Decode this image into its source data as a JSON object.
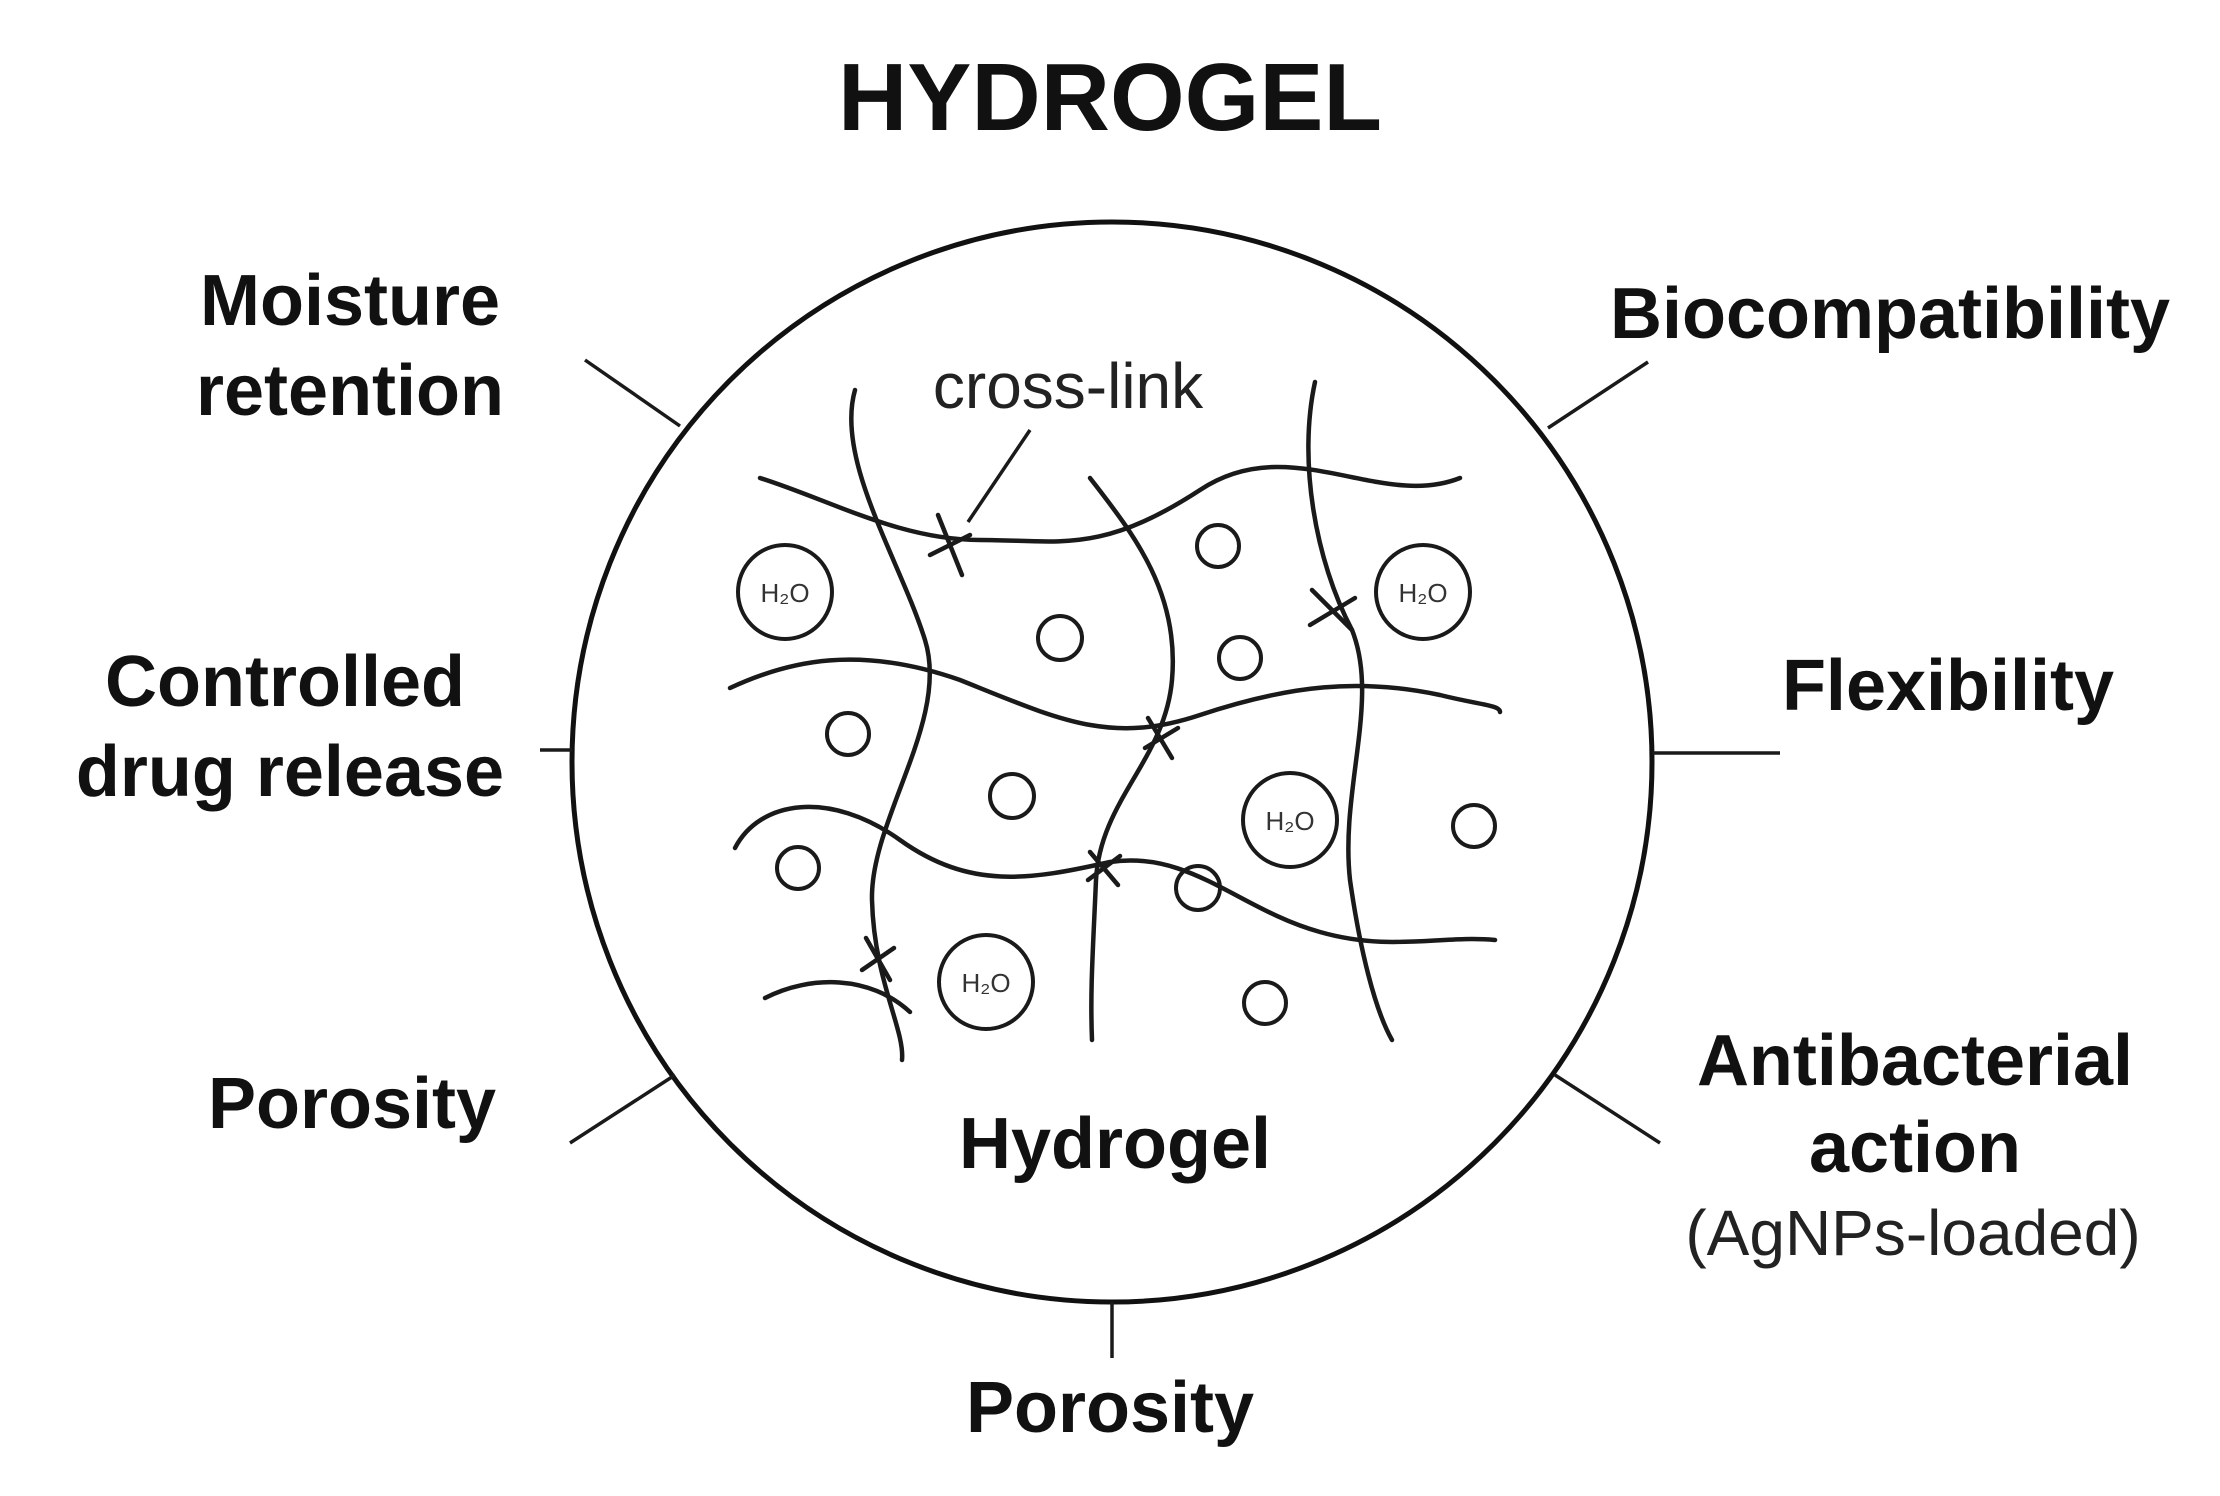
{
  "title": "HYDROGEL",
  "center_label": "Hydrogel",
  "crosslink_label": "cross-link",
  "water_label": "H₂O",
  "properties": {
    "moisture_retention": [
      "Moisture",
      "retention"
    ],
    "controlled_drug_release": [
      "Controlled",
      "drug release"
    ],
    "porosity_left": "Porosity",
    "porosity_bottom": "Porosity",
    "biocompatibility": "Biocompatibility",
    "flexibility": "Flexibility",
    "antibacterial": [
      "Antibacterial",
      "action"
    ],
    "antibacterial_note": "(AgNPs-loaded)"
  },
  "colors": {
    "ink": "#111111",
    "background": "#ffffff"
  }
}
